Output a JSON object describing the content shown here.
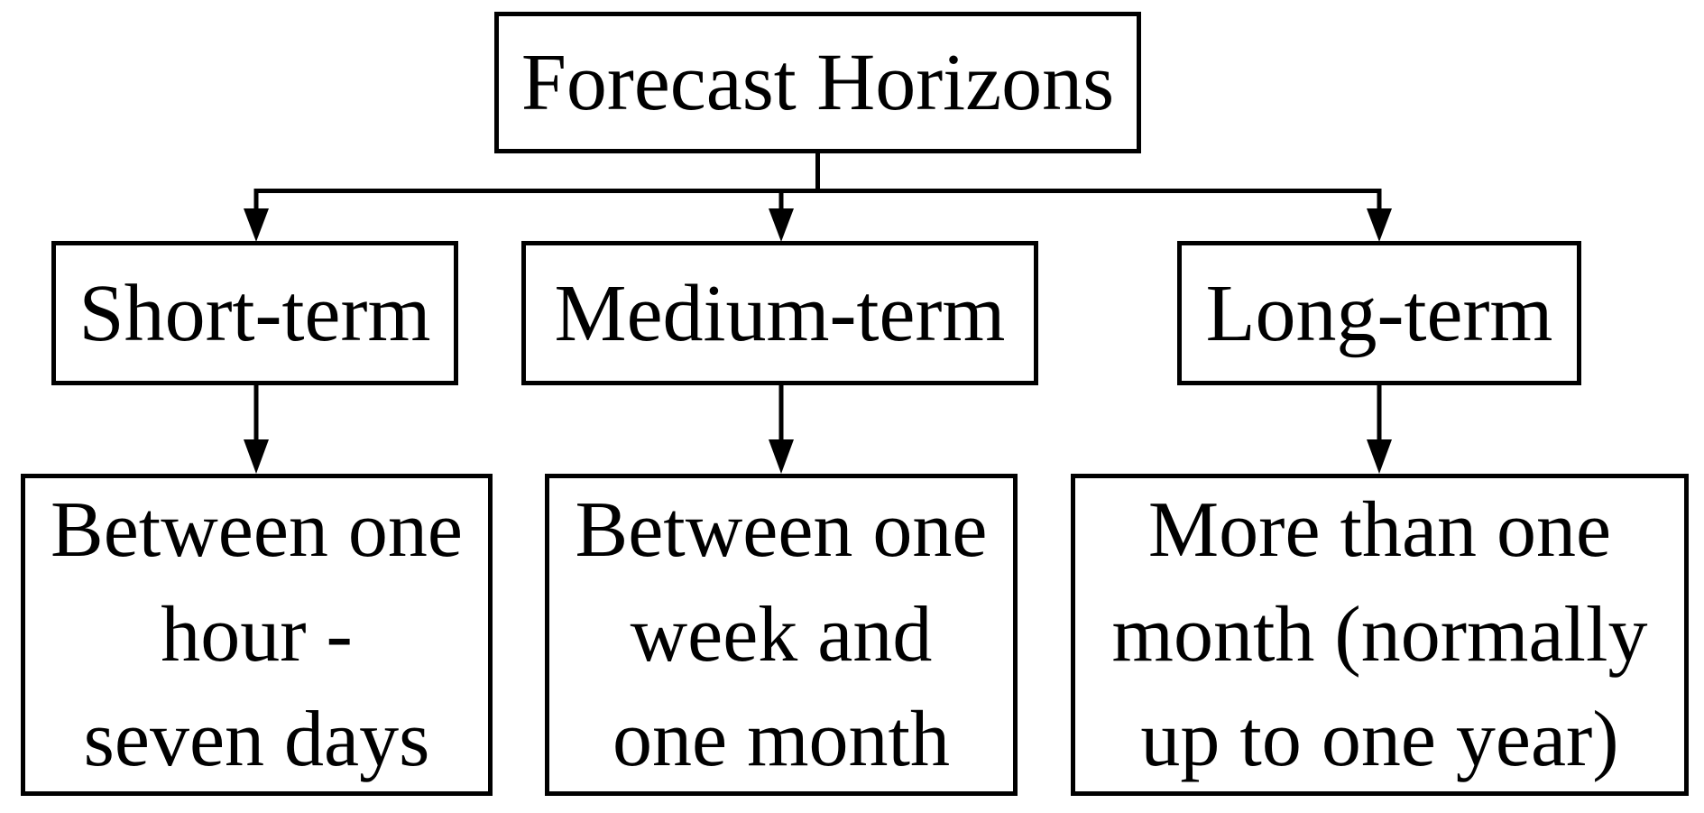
{
  "root": {
    "label": "Forecast Horizons"
  },
  "branches": [
    {
      "label": "Short-term",
      "description_lines": [
        "Between one",
        "hour -",
        "seven days"
      ]
    },
    {
      "label": "Medium-term",
      "description_lines": [
        "Between one",
        "week and",
        "one month"
      ]
    },
    {
      "label": "Long-term",
      "description_lines": [
        "More than one",
        "month (normally",
        "up to one year)"
      ]
    }
  ],
  "colors": {
    "line": "#000000",
    "box_border": "#000000",
    "text": "#000000",
    "background": "#ffffff"
  }
}
